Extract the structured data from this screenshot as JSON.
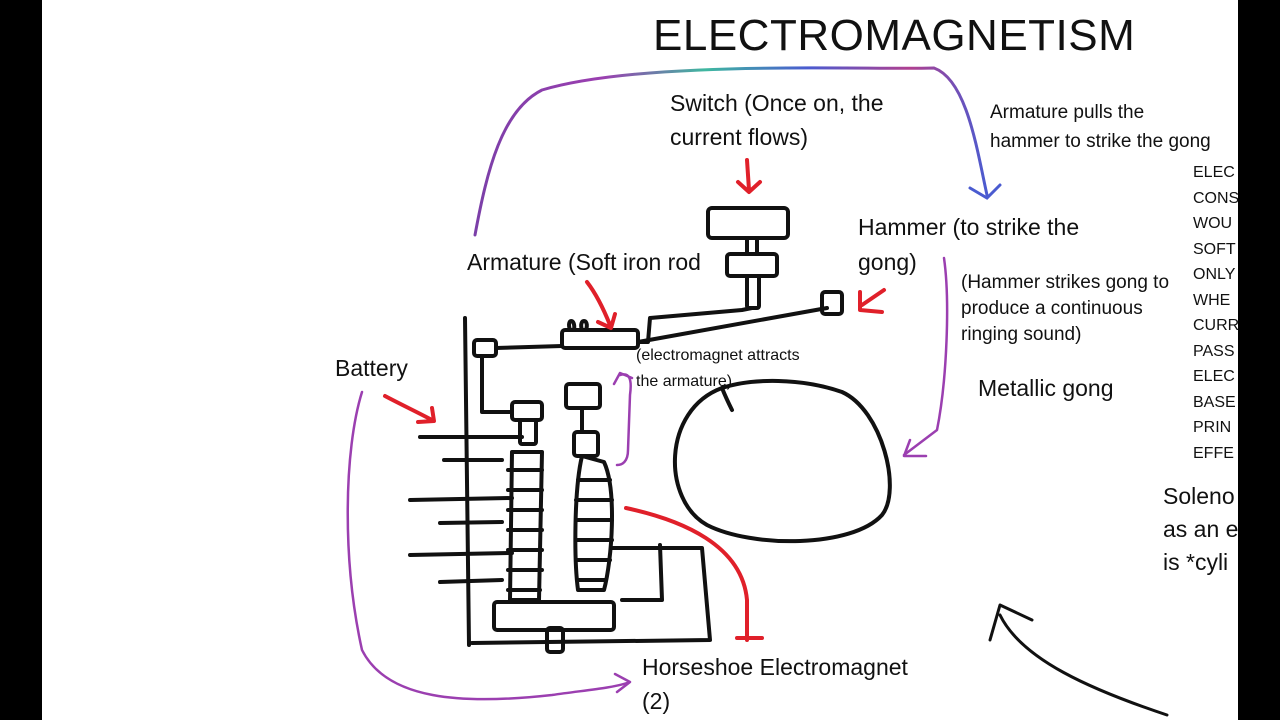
{
  "title": "ELECTROMAGNETISM",
  "labels": {
    "switch": [
      "Switch (Once on, the",
      "current flows)"
    ],
    "armature_pulls": [
      "Armature pulls the",
      "hammer to strike the gong"
    ],
    "hammer": [
      "Hammer (to strike the",
      "gong)"
    ],
    "armature": "Armature (Soft iron rod",
    "hammer_strikes": [
      "(Hammer strikes gong to",
      "produce a continuous",
      "ringing sound)"
    ],
    "battery": "Battery",
    "attracts": [
      "(electromagnet attracts",
      "the armature)"
    ],
    "gong": "Metallic gong",
    "horseshoe": [
      "Horseshoe Electromagnet",
      "(2)"
    ]
  },
  "side_notes": [
    "ELEC",
    "CONS",
    "WOU",
    "SOFT",
    "ONLY",
    "WHE",
    "CURR",
    "PASS",
    "ELEC",
    "BASE",
    "PRIN",
    "EFFE"
  ],
  "solenoid_note": [
    "Soleno",
    "as an e",
    "is *cyli"
  ],
  "colors": {
    "ink": "#111111",
    "arrow_red": "#e0202a",
    "arrow_purple": "#9b3fb0",
    "arc_blue": "#4a5bd0",
    "arc_teal": "#3fb8a0"
  }
}
